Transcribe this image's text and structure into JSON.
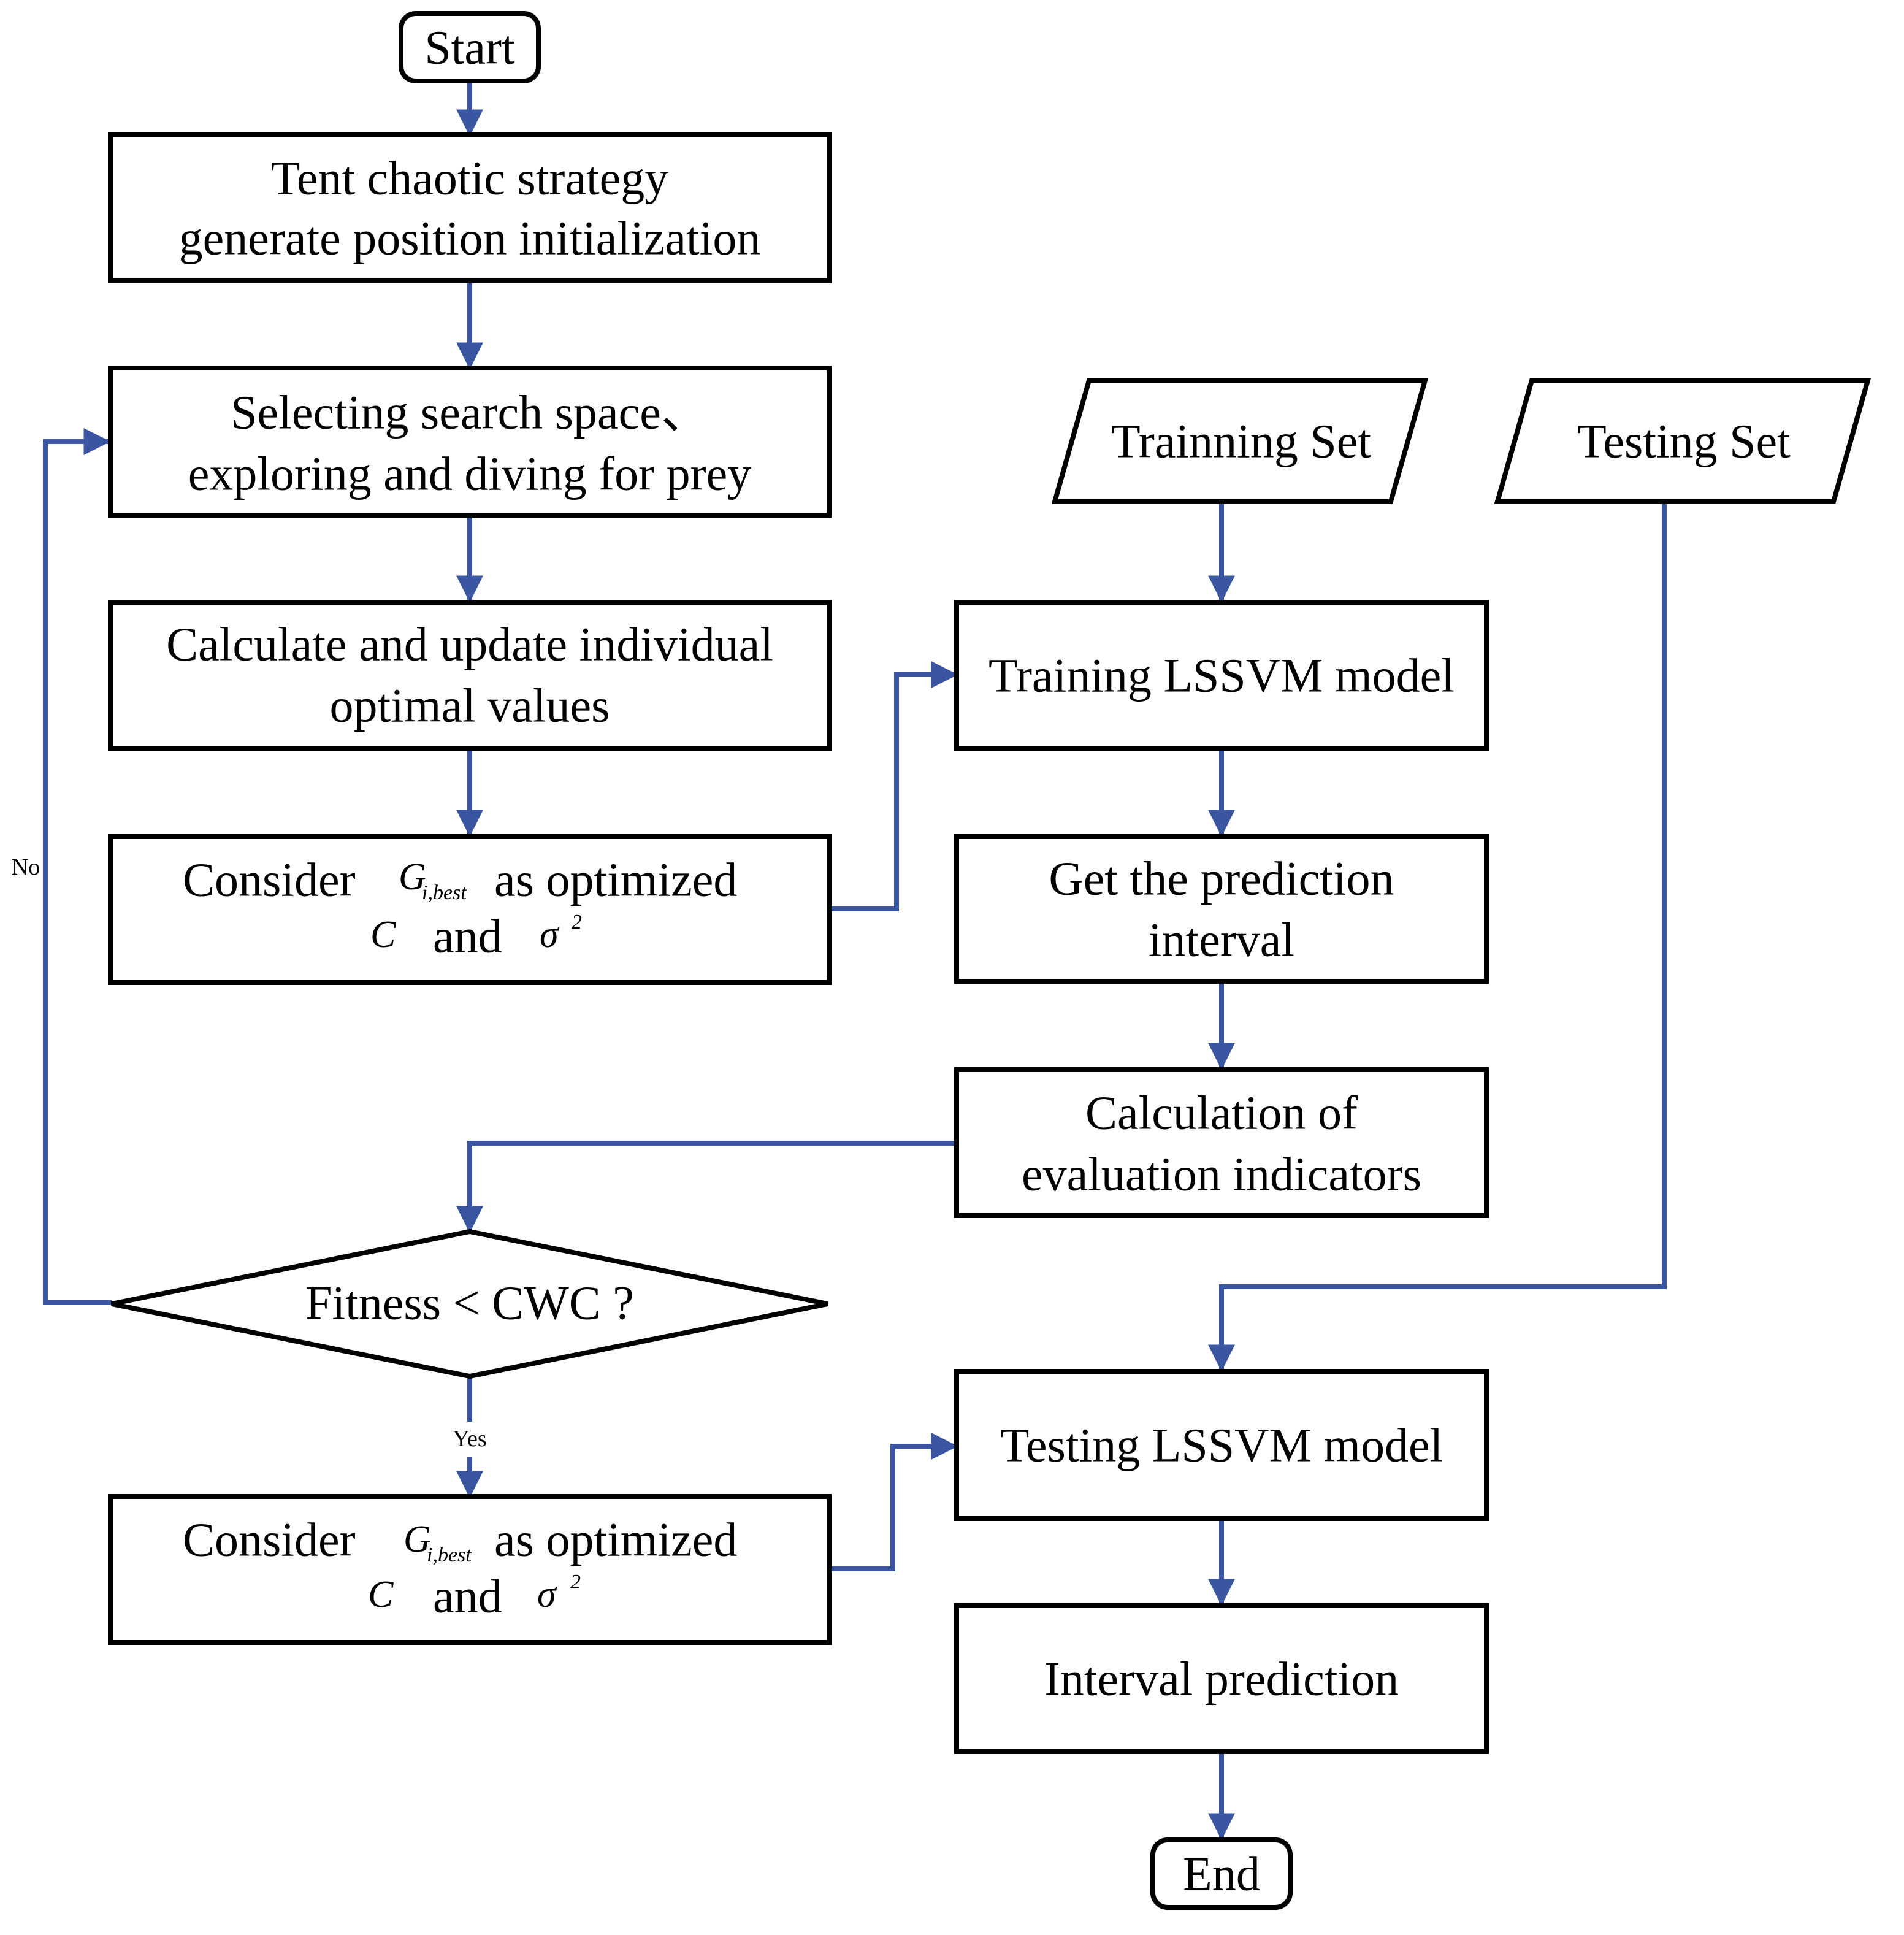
{
  "nodes": {
    "start": "Start",
    "tent_l1": "Tent chaotic strategy",
    "tent_l2": "generate position initialization",
    "select_l1": "Selecting search space、",
    "select_l2": "exploring and diving for prey",
    "calc_l1": "Calculate and update individual",
    "calc_l2": "optimal values",
    "consider_word": "Consider",
    "as_optimized": "as optimized",
    "and_word": "and",
    "training_set": "Trainning Set",
    "testing_set": "Testing Set",
    "train_model": "Training LSSVM model",
    "predint_l1": "Get the prediction",
    "predint_l2": "interval",
    "evalind_l1": "Calculation of",
    "evalind_l2": "evaluation indicators",
    "fitness": "Fitness < CWC ?",
    "test_model": "Testing LSSVM model",
    "interval_prediction": "Interval prediction",
    "end": "End"
  },
  "math": {
    "G": "G",
    "sub": "i,best",
    "C": "C",
    "sigma": "σ",
    "sup": "2"
  },
  "edge_labels": {
    "no": "No",
    "yes": "Yes"
  },
  "colors": {
    "connector": "#3a56a0",
    "border": "#000000"
  }
}
